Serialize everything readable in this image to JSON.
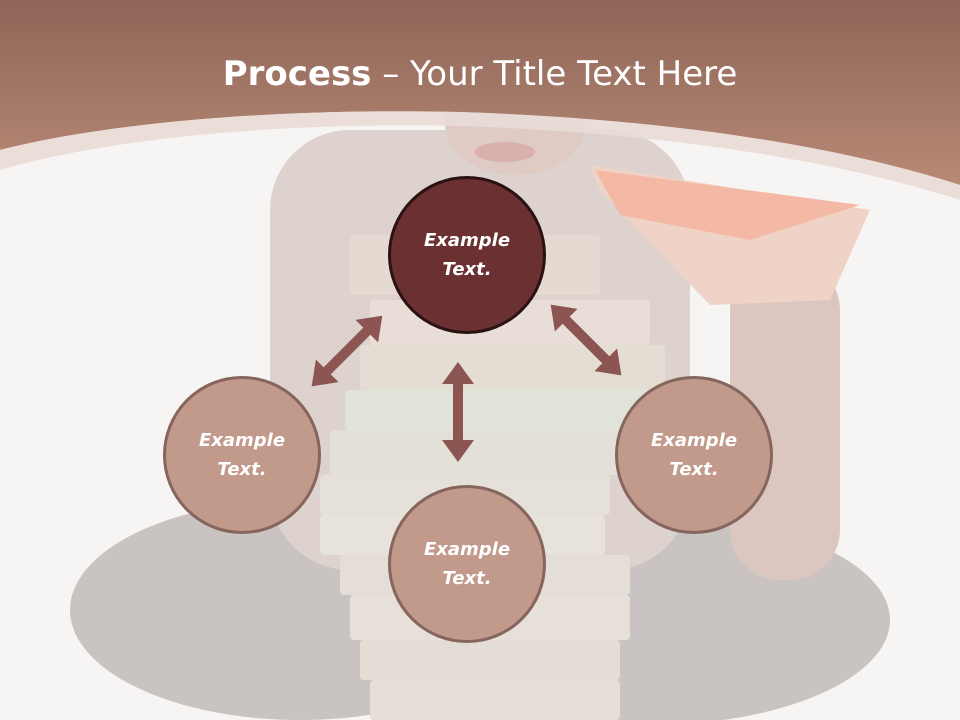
{
  "slide": {
    "title_bold": "Process",
    "title_rest": " – Your Title Text Here"
  },
  "nodes": {
    "top": "Example\nText.",
    "left": "Example\nText.",
    "right": "Example\nText.",
    "bottom": "Example\nText."
  },
  "colors": {
    "header": "#a9776a",
    "main_node": "#6b3132",
    "sub_node": "#c29a8c",
    "arrow": "#8d5552"
  },
  "icons": [
    "double-arrow-icon"
  ]
}
